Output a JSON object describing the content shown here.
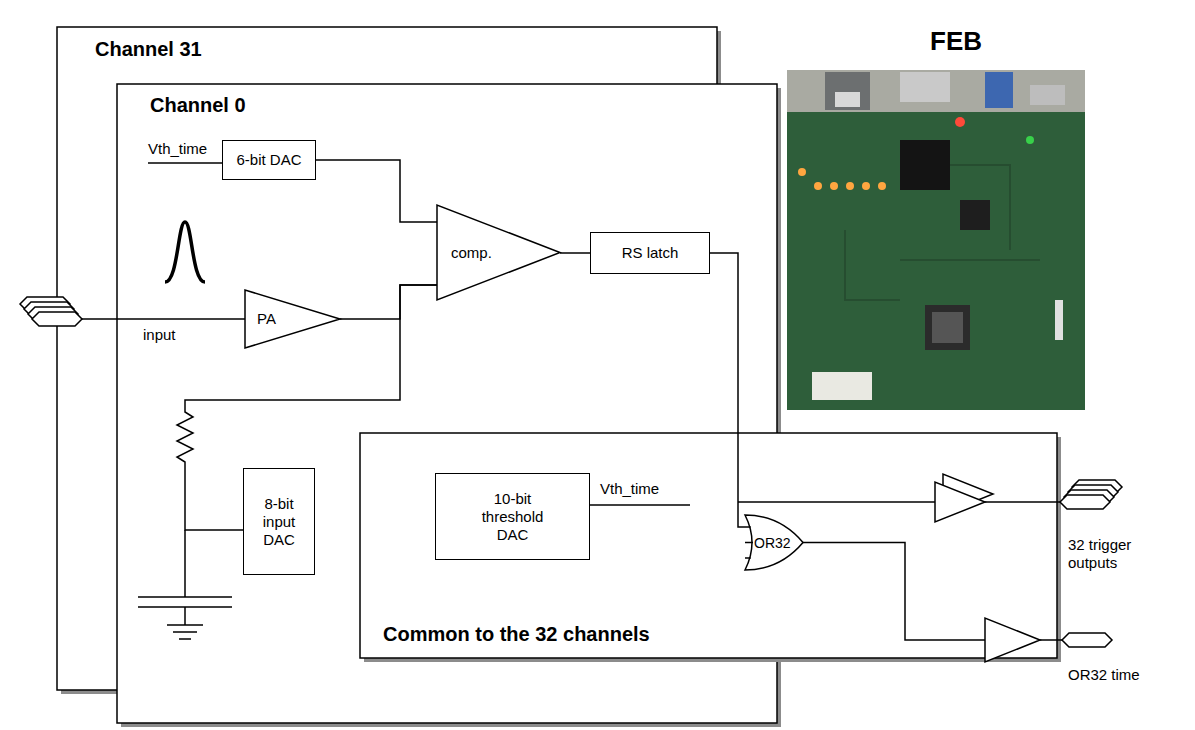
{
  "diagram": {
    "nodes": [
      {
        "text": [
          "Channel 31"
        ]
      },
      {
        "text": [
          "Channel 0"
        ]
      },
      {
        "text": [
          "6-bit DAC"
        ],
        "in": 1
      },
      {
        "text": [
          "comp."
        ],
        "in": 1
      },
      {
        "text": [
          "PA"
        ],
        "in": 1
      },
      {
        "text": [
          "RS latch"
        ],
        "in": 1
      },
      {
        "text": [
          "8-bit input DAC"
        ],
        "in": 1
      },
      {
        "text": [
          "Common to the 32 channels"
        ]
      },
      {
        "text": [
          "10-bit threshold DAC"
        ],
        "in": 7
      },
      {
        "text": [
          "OR32"
        ],
        "in": 7
      }
    ],
    "edges": [
      {
        "from": 2,
        "to": 3,
        "arrow": "none"
      },
      {
        "from": 4,
        "to": 3,
        "arrow": "none"
      },
      {
        "from": 3,
        "to": 5,
        "arrow": "none"
      },
      {
        "from": 6,
        "to": 3,
        "arrow": "none"
      },
      {
        "from": 5,
        "to": 9,
        "arrow": "none"
      }
    ],
    "labels": [
      "Vth_time",
      "FEB",
      "input",
      "Vth_time",
      "32 trigger outputs",
      "OR32 time"
    ]
  }
}
